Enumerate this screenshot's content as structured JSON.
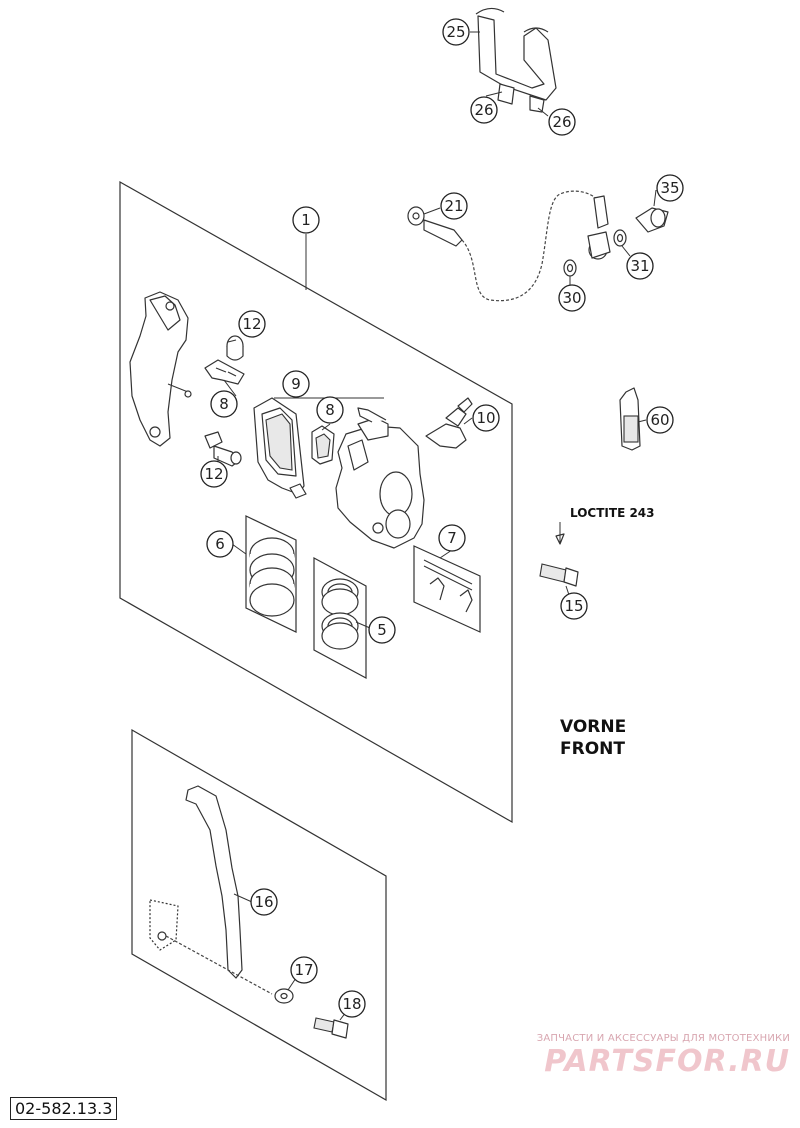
{
  "diagram": {
    "ref_number": "02-582.13.3",
    "direction_label_line1": "VORNE",
    "direction_label_line2": "FRONT",
    "loctite_label": "LOCTITE 243",
    "watermark": {
      "subtitle": "ЗАПЧАСТИ И АКСЕССУАРЫ ДЛЯ МОТОТЕХНИКИ",
      "brand": "PARTSFOR.RU"
    },
    "callouts": {
      "c1": "1",
      "c5": "5",
      "c6": "6",
      "c7": "7",
      "c8a": "8",
      "c8b": "8",
      "c9": "9",
      "c10": "10",
      "c12a": "12",
      "c12b": "12",
      "c15": "15",
      "c16": "16",
      "c17": "17",
      "c18": "18",
      "c21": "21",
      "c25": "25",
      "c26a": "26",
      "c26b": "26",
      "c30": "30",
      "c31": "31",
      "c35": "35",
      "c60": "60"
    }
  }
}
